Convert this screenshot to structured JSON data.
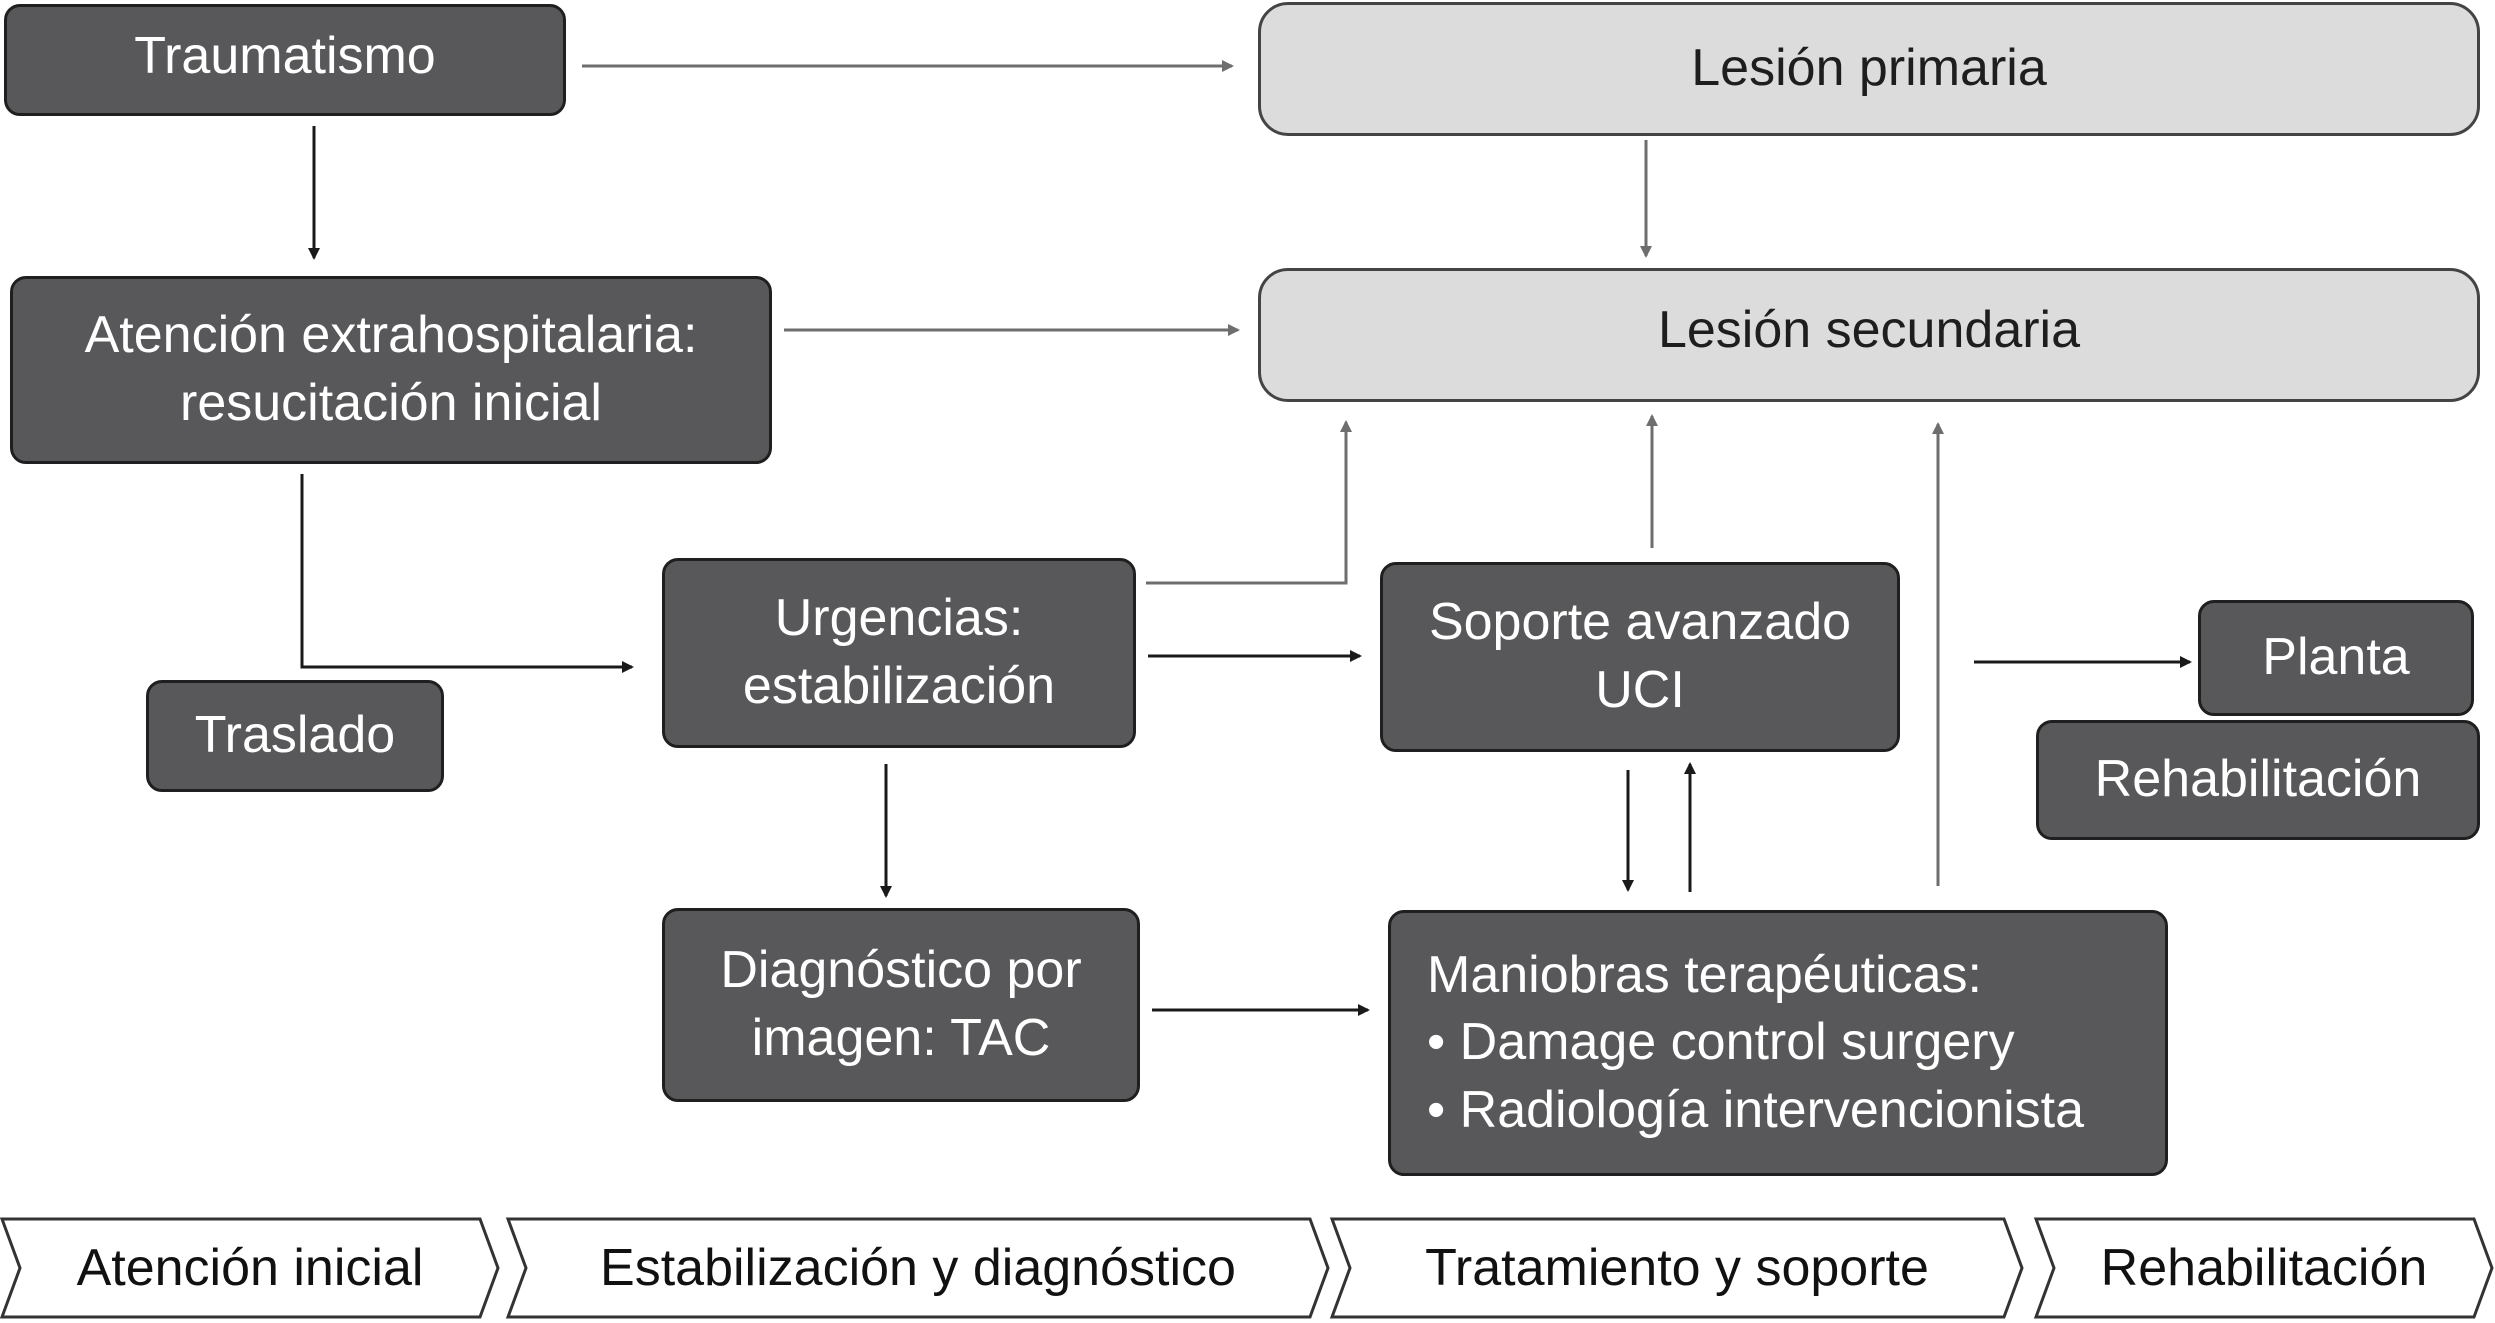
{
  "nodes": {
    "traumatismo": "Traumatismo",
    "atencion_line1": "Atención extrahospitalaria:",
    "atencion_line2": "resucitación inicial",
    "traslado": "Traslado",
    "urgencias_line1": "Urgencias:",
    "urgencias_line2": "estabilización",
    "diagnostico_line1": "Diagnóstico por",
    "diagnostico_line2": "imagen: TAC",
    "lesion_primaria": "Lesión primaria",
    "lesion_secundaria": "Lesión secundaria",
    "soporte_line1": "Soporte avanzado",
    "soporte_line2": "UCI",
    "planta": "Planta",
    "rehabilitacion_box": "Rehabilitación",
    "maniobras_title": "Maniobras terapéuticas:",
    "maniobras_item1": "• Damage control surgery",
    "maniobras_item2": "• Radiología intervencionista"
  },
  "phases": [
    "Atención inicial",
    "Estabilización y diagnóstico",
    "Tratamiento y soporte",
    "Rehabilitación"
  ],
  "colors": {
    "dark_box": "#58585a",
    "light_box": "#dcdcdd",
    "arrow_dark": "#1a1a1a",
    "arrow_gray": "#6e6e6e"
  }
}
